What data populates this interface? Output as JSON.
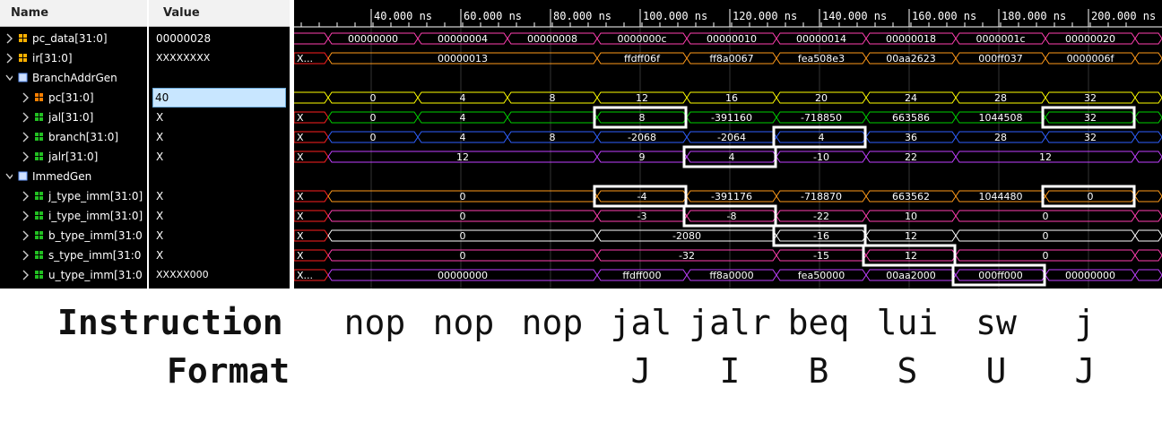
{
  "headers": {
    "name": "Name",
    "value": "Value"
  },
  "signals": [
    {
      "label": "pc_data[31:0]",
      "value": "00000028",
      "indent": 0,
      "icon": "bus-icon",
      "kind": "bus"
    },
    {
      "label": "ir[31:0]",
      "value": "XXXXXXXX",
      "indent": 0,
      "icon": "bus-icon",
      "kind": "bus"
    },
    {
      "label": "BranchAddrGen",
      "value": "",
      "indent": 0,
      "icon": "module-icon",
      "kind": "group"
    },
    {
      "label": "pc[31:0]",
      "value": "40",
      "indent": 1,
      "icon": "input-bus-icon",
      "kind": "bus",
      "selected": true
    },
    {
      "label": "jal[31:0]",
      "value": "X",
      "indent": 1,
      "icon": "output-bus-icon",
      "kind": "bus"
    },
    {
      "label": "branch[31:0]",
      "value": "X",
      "indent": 1,
      "icon": "output-bus-icon",
      "kind": "bus"
    },
    {
      "label": "jalr[31:0]",
      "value": "X",
      "indent": 1,
      "icon": "output-bus-icon",
      "kind": "bus"
    },
    {
      "label": "ImmedGen",
      "value": "",
      "indent": 0,
      "icon": "module-icon",
      "kind": "group"
    },
    {
      "label": "j_type_imm[31:0]",
      "value": "X",
      "indent": 1,
      "icon": "output-bus-icon",
      "kind": "bus"
    },
    {
      "label": "i_type_imm[31:0]",
      "value": "X",
      "indent": 1,
      "icon": "output-bus-icon",
      "kind": "bus"
    },
    {
      "label": "b_type_imm[31:0",
      "value": "X",
      "indent": 1,
      "icon": "output-bus-icon",
      "kind": "bus"
    },
    {
      "label": "s_type_imm[31:0",
      "value": "X",
      "indent": 1,
      "icon": "output-bus-icon",
      "kind": "bus"
    },
    {
      "label": "u_type_imm[31:0",
      "value": "XXXXX000",
      "indent": 1,
      "icon": "output-bus-icon",
      "kind": "bus"
    }
  ],
  "timeline": {
    "labels": [
      "40.000 ns",
      "60.000 ns",
      "80.000 ns",
      "100.000 ns",
      "120.000 ns",
      "140.000 ns",
      "160.000 ns",
      "180.000 ns",
      "200.000 ns"
    ]
  },
  "waves": [
    {
      "color": "#ff3fb0",
      "segs": [
        [
          "00000000"
        ],
        [
          "00000004"
        ],
        [
          "00000008"
        ],
        [
          "0000000c"
        ],
        [
          "00000010"
        ],
        [
          "00000014"
        ],
        [
          "00000018"
        ],
        [
          "0000001c"
        ],
        [
          "00000020"
        ],
        [
          ""
        ]
      ],
      "lead": null
    },
    {
      "color": "#ff9a1a",
      "segs": [
        [
          "00000013",
          0,
          3
        ],
        [
          "ffdff06f"
        ],
        [
          "ff8a0067"
        ],
        [
          "fea508e3"
        ],
        [
          "00aa2623"
        ],
        [
          "000ff037"
        ],
        [
          "0000006f"
        ],
        [
          ""
        ]
      ],
      "lead": "X..."
    },
    null,
    {
      "color": "#ffff00",
      "segs": [
        [
          "0"
        ],
        [
          "4"
        ],
        [
          "8"
        ],
        [
          "12"
        ],
        [
          "16"
        ],
        [
          "20"
        ],
        [
          "24"
        ],
        [
          "28"
        ],
        [
          "32"
        ],
        [
          ""
        ]
      ],
      "lead": null
    },
    {
      "color": "#00d000",
      "segs": [
        [
          "0"
        ],
        [
          "4"
        ],
        [
          ""
        ],
        [
          "8"
        ],
        [
          "-391160"
        ],
        [
          "-718850"
        ],
        [
          "663586"
        ],
        [
          "1044508"
        ],
        [
          "32"
        ],
        [
          ""
        ]
      ],
      "lead": "X"
    },
    {
      "color": "#3060ff",
      "segs": [
        [
          "0"
        ],
        [
          "4"
        ],
        [
          "8"
        ],
        [
          "-2068"
        ],
        [
          "-2064"
        ],
        [
          "4"
        ],
        [
          "36"
        ],
        [
          "28"
        ],
        [
          "32"
        ],
        [
          ""
        ]
      ],
      "lead": "X"
    },
    {
      "color": "#c040ff",
      "segs": [
        [
          "12",
          0,
          3
        ],
        [
          "9"
        ],
        [
          "4"
        ],
        [
          "-10"
        ],
        [
          "22"
        ],
        [
          "12",
          7,
          9
        ],
        [
          ""
        ]
      ],
      "lead": "X"
    },
    null,
    {
      "color": "#ff9a1a",
      "segs": [
        [
          "0",
          0,
          3
        ],
        [
          "-4"
        ],
        [
          "-391176"
        ],
        [
          "-718870"
        ],
        [
          "663562"
        ],
        [
          "1044480"
        ],
        [
          "0"
        ],
        [
          ""
        ]
      ],
      "lead": "X"
    },
    {
      "color": "#ff3fb0",
      "segs": [
        [
          "0",
          0,
          3
        ],
        [
          "-3"
        ],
        [
          "-8"
        ],
        [
          "-22"
        ],
        [
          "10"
        ],
        [
          "0",
          7,
          9
        ],
        [
          ""
        ]
      ],
      "lead": "X"
    },
    {
      "color": "#ffffff",
      "segs": [
        [
          "0",
          0,
          3
        ],
        [
          "-2080",
          3,
          5
        ],
        [
          "-16"
        ],
        [
          "12"
        ],
        [
          "0",
          7,
          9
        ],
        [
          ""
        ]
      ],
      "lead": "X"
    },
    {
      "color": "#ff3fb0",
      "segs": [
        [
          "0",
          0,
          3
        ],
        [
          "-32",
          3,
          5
        ],
        [
          "-15"
        ],
        [
          "12"
        ],
        [
          "0",
          7,
          9
        ],
        [
          ""
        ]
      ],
      "lead": "X"
    },
    {
      "color": "#c040ff",
      "segs": [
        [
          "00000000",
          0,
          3
        ],
        [
          "ffdff000"
        ],
        [
          "ff8a0000"
        ],
        [
          "fea50000"
        ],
        [
          "00aa2000"
        ],
        [
          "000ff000"
        ],
        [
          "00000000"
        ],
        [
          ""
        ]
      ],
      "lead": "X..."
    }
  ],
  "highlights": [
    {
      "row": 4,
      "from": 3,
      "to": 4
    },
    {
      "row": 4,
      "from": 8,
      "to": 9
    },
    {
      "row": 5,
      "from": 5,
      "to": 6
    },
    {
      "row": 6,
      "from": 4,
      "to": 5
    },
    {
      "row": 8,
      "from": 3,
      "to": 4
    },
    {
      "row": 8,
      "from": 8,
      "to": 9
    },
    {
      "row": 9,
      "from": 4,
      "to": 5
    },
    {
      "row": 10,
      "from": 5,
      "to": 6
    },
    {
      "row": 11,
      "from": 6,
      "to": 7
    },
    {
      "row": 12,
      "from": 7,
      "to": 8
    }
  ],
  "caption": {
    "instruction_label": "Instruction",
    "format_label": "Format",
    "instructions": [
      "nop",
      "nop",
      "nop",
      "jal",
      "jalr",
      "beq",
      "lui",
      "sw",
      "j"
    ],
    "formats": [
      "",
      "",
      "",
      "J",
      "I",
      "B",
      "S",
      "U",
      "J"
    ]
  },
  "colors": {
    "background": "#000000",
    "grid": "#3a3a3a",
    "highlight": "#ffffff",
    "header_bg": "#f2f2f2"
  }
}
